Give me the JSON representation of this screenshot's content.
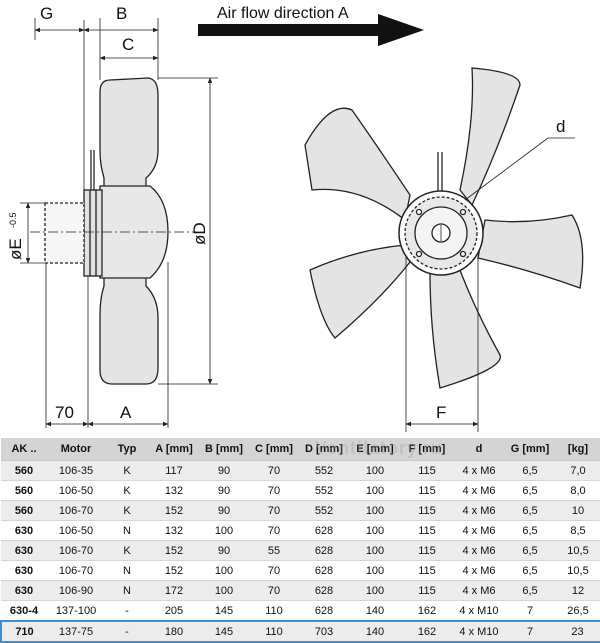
{
  "drawing": {
    "flow_label": "Air flow direction A",
    "dims": {
      "G": "G",
      "B": "B",
      "C": "C",
      "D": "øD",
      "E": "øE",
      "E_tol": "-0.5",
      "d": "d",
      "F": "F",
      "A": "A",
      "seventy": "70"
    },
    "colors": {
      "blade_fill": "#e4e4e4",
      "outline": "#222222",
      "arrow": "#111111",
      "table_header": "#d4d4d4",
      "row_alt": "#ececec",
      "highlight": "#3a8fd8"
    }
  },
  "table": {
    "headers": [
      "AK ..",
      "Motor",
      "Typ",
      "A [mm]",
      "B [mm]",
      "C [mm]",
      "D [mm]",
      "E [mm]",
      "F [mm]",
      "d",
      "G [mm]",
      "[kg]"
    ],
    "rows": [
      [
        "560",
        "106-35",
        "K",
        "117",
        "90",
        "70",
        "552",
        "100",
        "115",
        "4 x M6",
        "6,5",
        "7,0"
      ],
      [
        "560",
        "106-50",
        "K",
        "132",
        "90",
        "70",
        "552",
        "100",
        "115",
        "4 x M6",
        "6,5",
        "8,0"
      ],
      [
        "560",
        "106-70",
        "K",
        "152",
        "90",
        "70",
        "552",
        "100",
        "115",
        "4 x M6",
        "6,5",
        "10"
      ],
      [
        "630",
        "106-50",
        "N",
        "132",
        "100",
        "70",
        "628",
        "100",
        "115",
        "4 x M6",
        "6,5",
        "8,5"
      ],
      [
        "630",
        "106-70",
        "K",
        "152",
        "90",
        "55",
        "628",
        "100",
        "115",
        "4 x M6",
        "6,5",
        "10,5"
      ],
      [
        "630",
        "106-70",
        "N",
        "152",
        "100",
        "70",
        "628",
        "100",
        "115",
        "4 x M6",
        "6,5",
        "10,5"
      ],
      [
        "630",
        "106-90",
        "N",
        "172",
        "100",
        "70",
        "628",
        "100",
        "115",
        "4 x M6",
        "6,5",
        "12"
      ],
      [
        "630-4",
        "137-100",
        "-",
        "205",
        "145",
        "110",
        "628",
        "140",
        "162",
        "4 x M10",
        "7",
        "26,5"
      ],
      [
        "710",
        "137-75",
        "-",
        "180",
        "145",
        "110",
        "703",
        "140",
        "162",
        "4 x M10",
        "7",
        "23"
      ]
    ]
  },
  "watermark": "Ventilatory.ru"
}
